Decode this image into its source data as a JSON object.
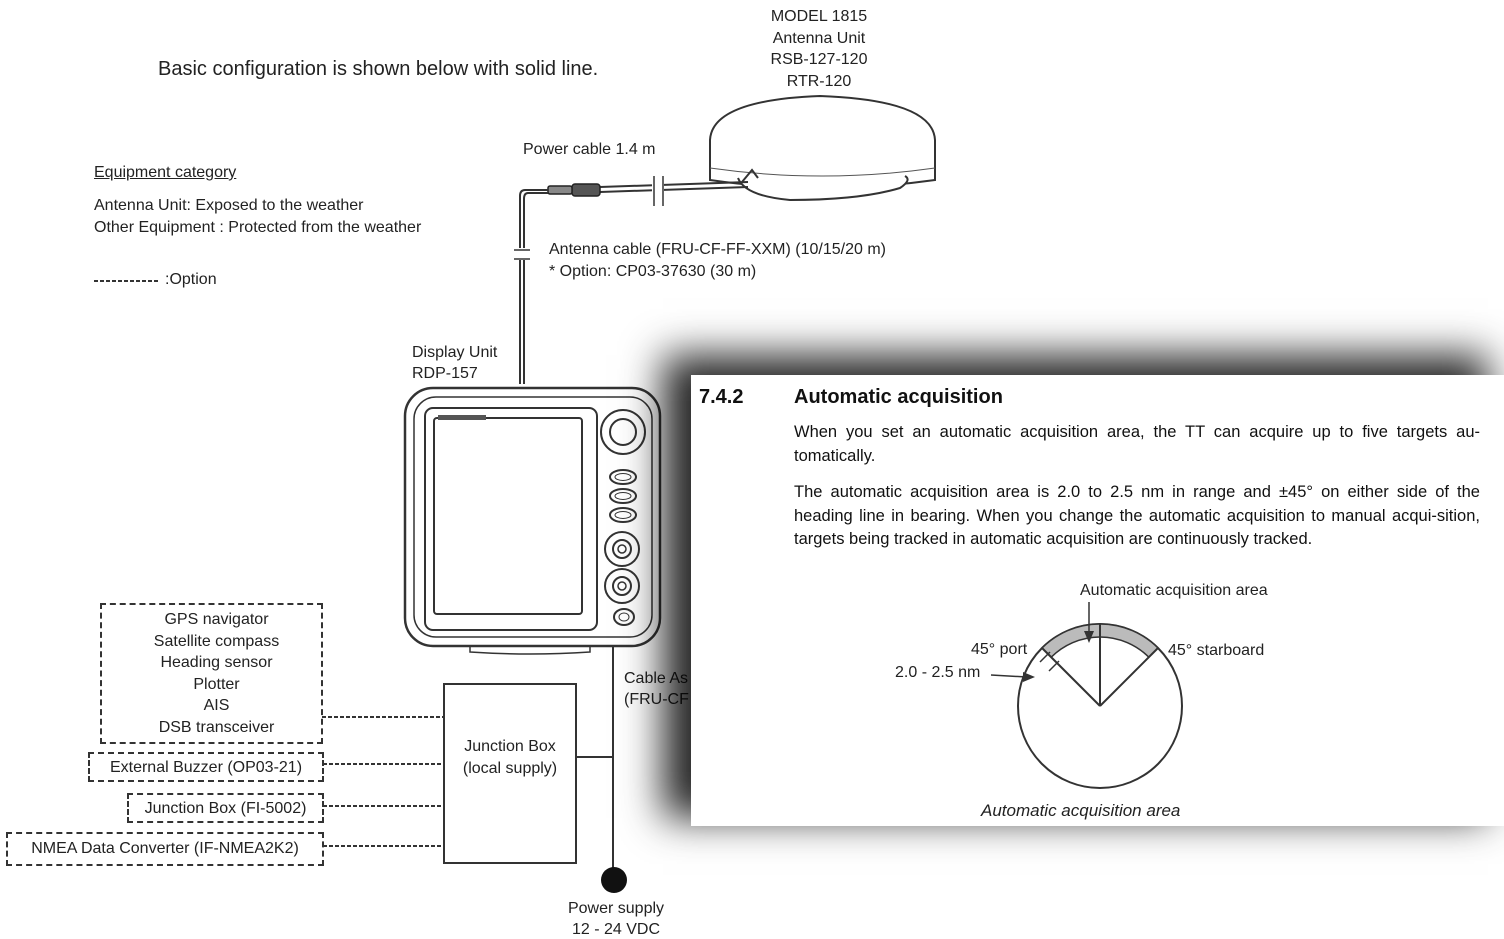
{
  "intro": "Basic configuration is shown below with solid line.",
  "antenna": {
    "lines": [
      "MODEL 1815",
      "Antenna Unit",
      "RSB-127-120",
      "RTR-120"
    ]
  },
  "power_cable": "Power cable 1.4 m",
  "antenna_cable": {
    "line1": "Antenna cable (FRU-CF-FF-XXM) (10/15/20 m)",
    "line2": "* Option: CP03-37630 (30 m)"
  },
  "legend": {
    "heading": "Equipment category",
    "line1": "Antenna Unit: Exposed to the weather",
    "line2": "Other Equipment : Protected from the weather",
    "option_label": ":Option"
  },
  "display_unit": {
    "line1": "Display Unit",
    "line2": "RDP-157"
  },
  "sensors": [
    "GPS navigator",
    "Satellite compass",
    "Heading sensor",
    "Plotter",
    "AIS",
    "DSB transceiver"
  ],
  "external_buzzer": "External Buzzer (OP03-21)",
  "junction_box_fi": "Junction Box (FI-5002)",
  "nmea_converter": "NMEA Data Converter (IF-NMEA2K2)",
  "junction_box_local": {
    "line1": "Junction Box",
    "line2": "(local supply)"
  },
  "cable_assy": {
    "line1": "Cable As",
    "line2": "(FRU-CF"
  },
  "power_supply": {
    "line1": "Power supply",
    "line2": "12 - 24 VDC"
  },
  "manual": {
    "section_number": "7.4.2",
    "section_title": "Automatic acquisition",
    "para1": "When you set an automatic acquisition area, the TT can acquire up to five targets au-tomatically.",
    "para2": "The automatic acquisition area is 2.0 to 2.5 nm in range and ±45° on either side of the heading line in bearing. When you change the automatic acquisition to manual acqui-sition, targets being tracked in automatic acquisition are continuously tracked.",
    "figure": {
      "area_label": "Automatic acquisition area",
      "port_label": "45° port",
      "starboard_label": "45° starboard",
      "range_label": "2.0 - 2.5 nm",
      "caption": "Automatic acquisition area"
    }
  }
}
